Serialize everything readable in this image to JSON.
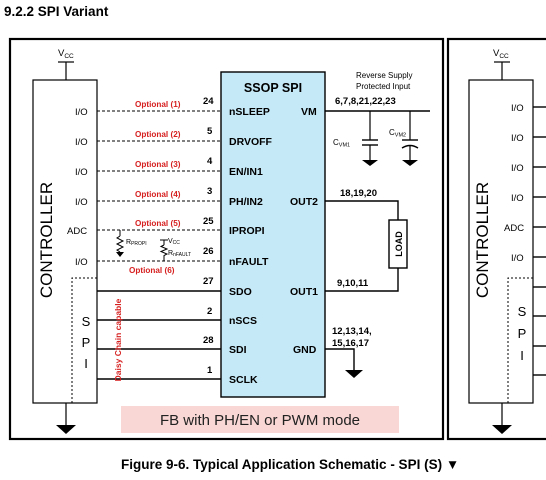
{
  "section_heading": "9.2.2 SPI Variant",
  "figure_caption": "Figure 9-6. Typical Application Schematic - SPI (S) ▼",
  "vcc_label": "V",
  "vcc_sub": "CC",
  "controller_label": "CONTROLLER",
  "spi_letters": [
    "S",
    "P",
    "I"
  ],
  "io_labels": [
    "I/O",
    "I/O",
    "I/O",
    "I/O",
    "ADC",
    "I/O"
  ],
  "chip": {
    "title": "SSOP SPI",
    "pins": [
      {
        "name": "nSLEEP",
        "num": "24",
        "opt": "Optional (1)"
      },
      {
        "name": "DRVOFF",
        "num": "5",
        "opt": "Optional (2)"
      },
      {
        "name": "EN/IN1",
        "num": "4",
        "opt": "Optional (3)"
      },
      {
        "name": "PH/IN2",
        "num": "3",
        "opt": "Optional (4)"
      },
      {
        "name": "IPROPI",
        "num": "25",
        "opt": "Optional (5)"
      },
      {
        "name": "nFAULT",
        "num": "26",
        "opt": "Optional (6)"
      },
      {
        "name": "SDO",
        "num": "27",
        "opt": ""
      },
      {
        "name": "nSCS",
        "num": "2",
        "opt": ""
      },
      {
        "name": "SDI",
        "num": "28",
        "opt": ""
      },
      {
        "name": "SCLK",
        "num": "1",
        "opt": ""
      }
    ],
    "right_pins": {
      "vm": "VM",
      "out2": "OUT2",
      "out1": "OUT1",
      "gnd": "GND"
    }
  },
  "reverse_supply": [
    "Reverse Supply",
    "Protected Input"
  ],
  "vm_pin_numbers": "6,7,8,21,22,23",
  "out2_pin_numbers": "18,19,20",
  "out1_pin_numbers": "9,10,11",
  "gnd_pin_numbers": [
    "12,13,14,",
    "15,16,17"
  ],
  "load_label": "LOAD",
  "cvm1": {
    "main": "C",
    "sub": "VM1"
  },
  "cvm2": {
    "main": "C",
    "sub": "VM2"
  },
  "rpropi": {
    "main": "R",
    "sub": "PROPI"
  },
  "rnfault": {
    "main": "R",
    "sub": "nFAULT"
  },
  "daisy_chain": "Daisy Chain capable",
  "mode_banner": "FB with PH/EN or PWM mode",
  "right_panel": {
    "io_labels": [
      "I/O",
      "I/O",
      "I/O",
      "I/O",
      "ADC",
      "I/O"
    ],
    "controller_label": "CONTROLLER",
    "spi_letters": [
      "S",
      "P",
      "I"
    ]
  },
  "colors": {
    "chip_fill": "#c6e9f7",
    "optional_red": "#d61f1f",
    "banner_fill": "#f8d7d4",
    "controller_fill": "#ffffff"
  }
}
